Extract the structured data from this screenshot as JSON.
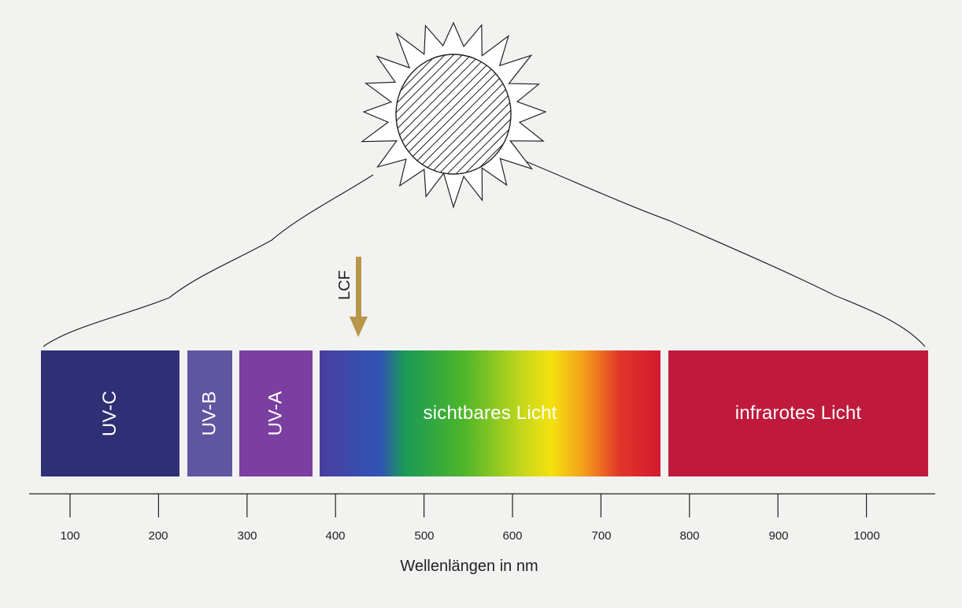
{
  "bands": [
    {
      "id": "uvc",
      "label": "UV-C",
      "from_nm": 70,
      "to_nm": 225,
      "color": "#2f2f75"
    },
    {
      "id": "uvb",
      "label": "UV-B",
      "from_nm": 235,
      "to_nm": 285,
      "color": "#5f55a0"
    },
    {
      "id": "uva",
      "label": "UV-A",
      "from_nm": 293,
      "to_nm": 375,
      "color": "#7a3fa0"
    },
    {
      "id": "vis",
      "label": "sichtbares Licht",
      "from_nm": 383,
      "to_nm": 767
    },
    {
      "id": "ir",
      "label": "infrarotes Licht",
      "from_nm": 776,
      "to_nm": 1069,
      "color": "#bf1a3c"
    }
  ],
  "spectrum_colors": [
    "#4a3ea0",
    "#2f55b5",
    "#1a9a55",
    "#4cb52a",
    "#c8d81a",
    "#f5e20f",
    "#f39a1a",
    "#e2352a",
    "#d41a30"
  ],
  "marker": {
    "label": "LCF",
    "wavelength_nm": 425,
    "color": "#b8964a"
  },
  "axis": {
    "title": "Wellenlängen in nm",
    "ticks": [
      "100",
      "200",
      "300",
      "400",
      "500",
      "600",
      "700",
      "800",
      "900",
      "1000"
    ]
  },
  "sun": {
    "icon": "sun-icon"
  }
}
